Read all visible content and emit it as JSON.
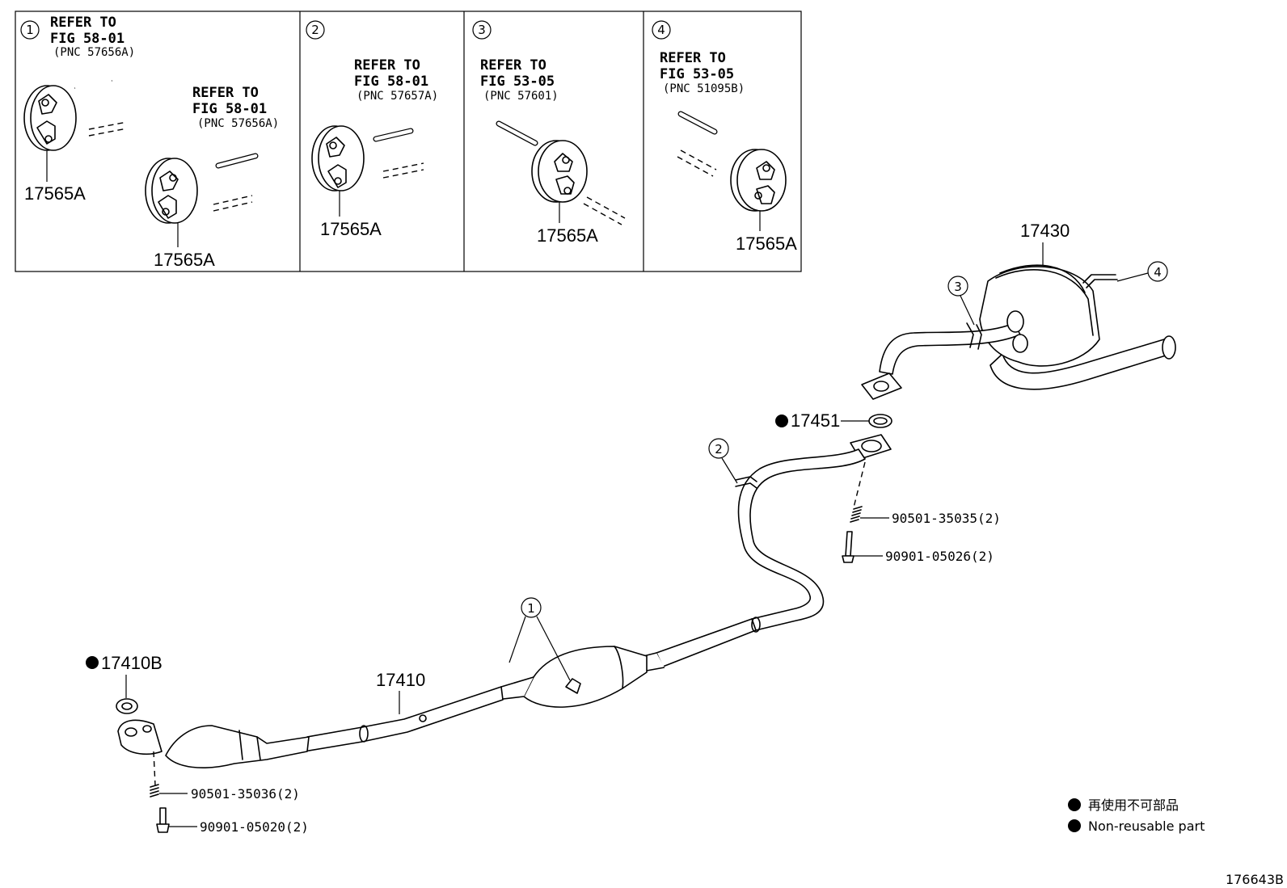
{
  "insets": [
    {
      "circle": "1",
      "groups": [
        {
          "refer": "REFER TO",
          "fig": "FIG 58-01",
          "pnc": "(PNC 57656A)",
          "part": "17565A"
        },
        {
          "refer": "REFER TO",
          "fig": "FIG 58-01",
          "pnc": "(PNC 57656A)",
          "part": "17565A"
        }
      ]
    },
    {
      "circle": "2",
      "refer": "REFER TO",
      "fig": "FIG 58-01",
      "pnc": "(PNC 57657A)",
      "part": "17565A"
    },
    {
      "circle": "3",
      "refer": "REFER TO",
      "fig": "FIG 53-05",
      "pnc": "(PNC 57601)",
      "part": "17565A"
    },
    {
      "circle": "4",
      "refer": "REFER TO",
      "fig": "FIG 53-05",
      "pnc": "(PNC 51095B)",
      "part": "17565A"
    }
  ],
  "main": {
    "muffler": "17430",
    "gasket_rear": "17451",
    "center_pipe": "17410",
    "gasket_front": "17410B",
    "spring_rear": "90501-35035(2)",
    "bolt_rear": "90901-05026(2)",
    "spring_front": "90501-35036(2)",
    "bolt_front": "90901-05020(2)",
    "callouts": {
      "c1": "1",
      "c2": "2",
      "c3": "3",
      "c4": "4"
    }
  },
  "legend": {
    "jp": "再使用不可部品",
    "en": "Non-reusable part"
  },
  "figure_id": "176643B"
}
